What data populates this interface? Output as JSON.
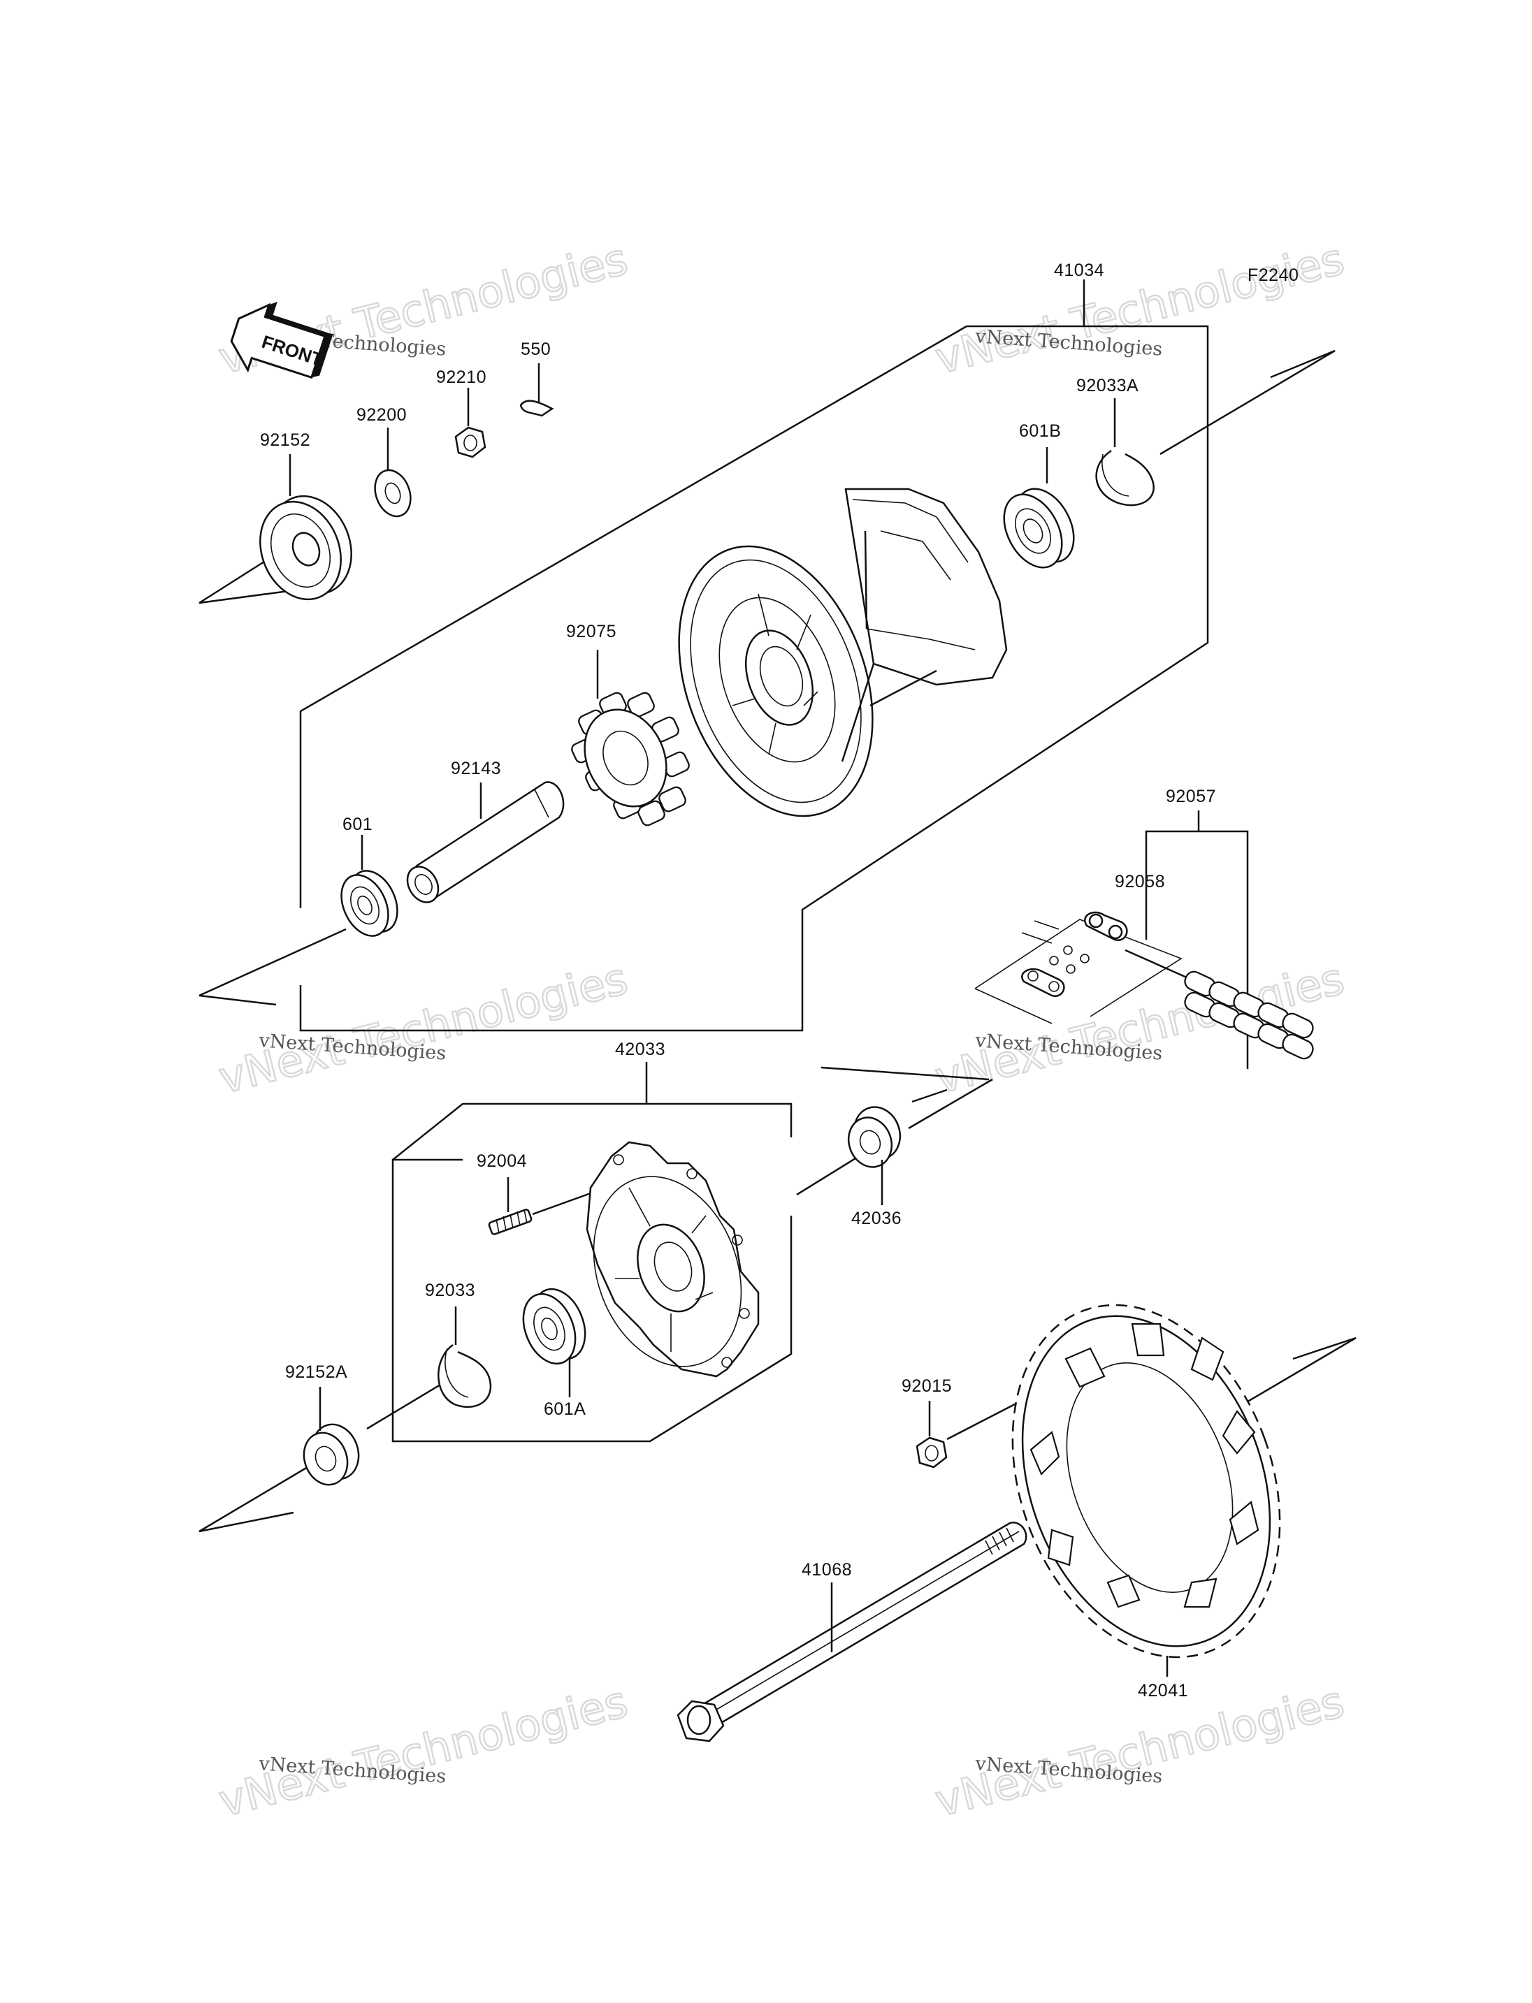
{
  "figure_code": "F2240",
  "front_label": "FRONT",
  "watermarks": [
    {
      "line1": "vNext Technologies",
      "line2": "vNext Technologies"
    },
    {
      "line1": "vNext Technologies",
      "line2": "vNext Technologies"
    },
    {
      "line1": "vNext Technologies",
      "line2": "vNext Technologies"
    },
    {
      "line1": "vNext Technologies",
      "line2": "vNext Technologies"
    },
    {
      "line1": "vNext Technologies",
      "line2": "vNext Technologies"
    },
    {
      "line1": "vNext Technologies",
      "line2": "vNext Technologies"
    }
  ],
  "parts": {
    "p41034": "41034",
    "p92033A": "92033A",
    "p601B": "601B",
    "p550": "550",
    "p92210": "92210",
    "p92200": "92200",
    "p92152": "92152",
    "p92075": "92075",
    "p92143": "92143",
    "p601": "601",
    "p92057": "92057",
    "p92058": "92058",
    "p42033": "42033",
    "p92004": "92004",
    "p42036": "42036",
    "p92033": "92033",
    "p601A": "601A",
    "p92152A": "92152A",
    "p92015": "92015",
    "p41068": "41068",
    "p42041": "42041"
  }
}
